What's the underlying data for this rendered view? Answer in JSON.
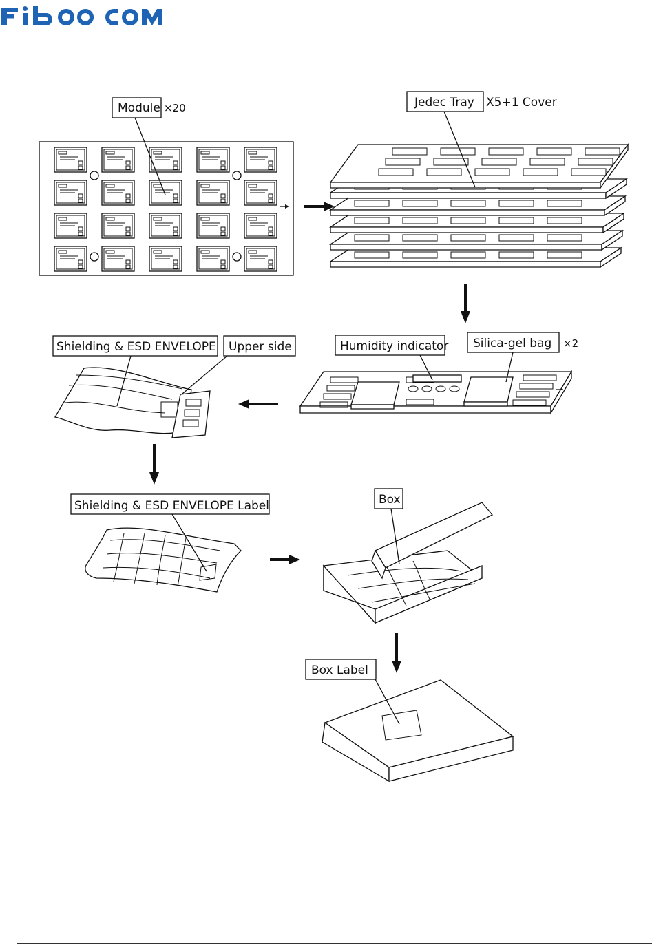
{
  "header": {
    "brand": "Fibocom"
  },
  "colors": {
    "brand": "#1f63b4",
    "ink": "#111111"
  },
  "labels": {
    "module": "Module",
    "module_qty": "×20",
    "jedec_tray": "Jedec  Tray",
    "jedec_qty": "X5+1 Cover",
    "shielding": "Shielding  &  ESD  ENVELOPE",
    "upper_side": "Upper  side",
    "humidity": "Humidity  indicator",
    "silica": "Silica-gel  bag",
    "silica_qty": "×2",
    "shielding_label": "Shielding  &  ESD  ENVELOPE  Label",
    "box": "Box",
    "box_label": "Box Label"
  }
}
